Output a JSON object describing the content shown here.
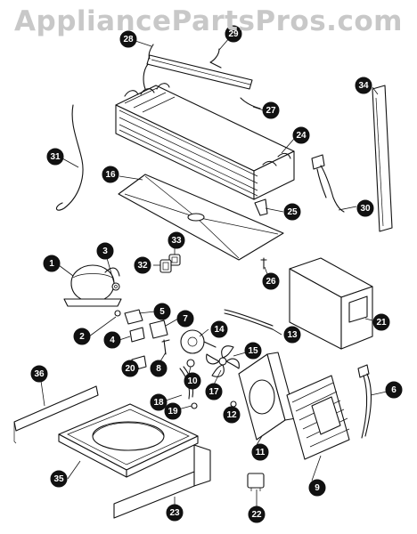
{
  "watermark": "AppliancePartsPros.com",
  "callouts": [
    {
      "id": "1",
      "label": "1"
    },
    {
      "id": "2",
      "label": "2"
    },
    {
      "id": "3",
      "label": "3"
    },
    {
      "id": "4",
      "label": "4"
    },
    {
      "id": "5",
      "label": "5"
    },
    {
      "id": "6",
      "label": "6"
    },
    {
      "id": "7",
      "label": "7"
    },
    {
      "id": "8",
      "label": "8"
    },
    {
      "id": "9",
      "label": "9"
    },
    {
      "id": "10",
      "label": "10"
    },
    {
      "id": "11",
      "label": "11"
    },
    {
      "id": "12",
      "label": "12"
    },
    {
      "id": "13",
      "label": "13"
    },
    {
      "id": "14",
      "label": "14"
    },
    {
      "id": "15",
      "label": "15"
    },
    {
      "id": "16",
      "label": "16"
    },
    {
      "id": "17",
      "label": "17"
    },
    {
      "id": "18",
      "label": "18"
    },
    {
      "id": "19",
      "label": "19"
    },
    {
      "id": "20",
      "label": "20"
    },
    {
      "id": "21",
      "label": "21"
    },
    {
      "id": "22",
      "label": "22"
    },
    {
      "id": "23",
      "label": "23"
    },
    {
      "id": "24",
      "label": "24"
    },
    {
      "id": "25",
      "label": "25"
    },
    {
      "id": "26",
      "label": "26"
    },
    {
      "id": "27",
      "label": "27"
    },
    {
      "id": "28",
      "label": "28"
    },
    {
      "id": "29",
      "label": "29"
    },
    {
      "id": "30",
      "label": "30"
    },
    {
      "id": "31",
      "label": "31"
    },
    {
      "id": "32",
      "label": "32"
    },
    {
      "id": "33",
      "label": "33"
    },
    {
      "id": "34",
      "label": "34"
    },
    {
      "id": "35",
      "label": "35"
    },
    {
      "id": "36",
      "label": "36"
    }
  ]
}
